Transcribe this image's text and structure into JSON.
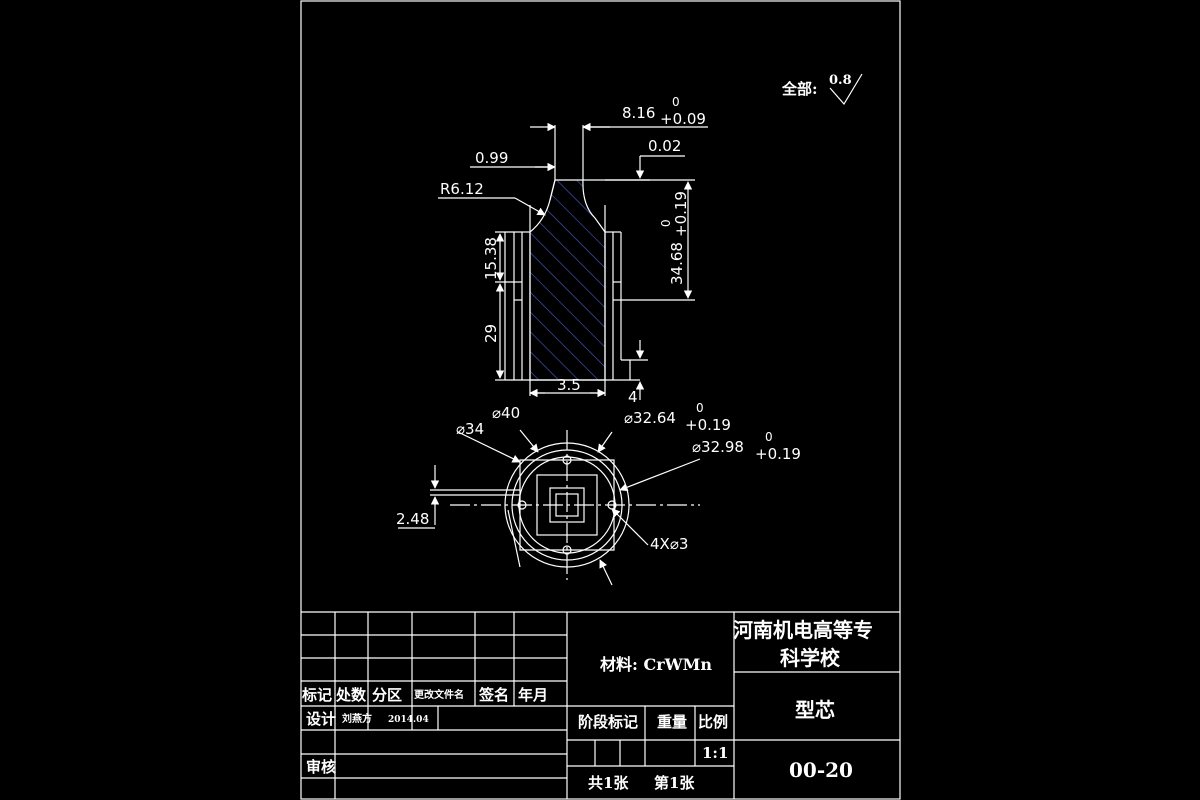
{
  "sheet": {
    "roughness_label": "全部:",
    "roughness_value": "0.8"
  },
  "dimensions": {
    "top_width": "8.16",
    "top_width_upper": "0",
    "top_width_lower": "+0.09",
    "shoulder": "0.99",
    "step": "0.02",
    "radius": "R6.12",
    "height_tol_upper": "0",
    "height_tol_lower": "+0.19",
    "height": "34.68",
    "left_upper": "15.38",
    "left_lower": "29",
    "bottom_width": "3.5",
    "bottom_right": "4",
    "dia40": "⌀40",
    "dia34": "⌀34",
    "dia3264": "⌀32.64",
    "dia3264_upper": "0",
    "dia3264_lower": "+0.19",
    "dia3298": "⌀32.98",
    "dia3298_upper": "0",
    "dia3298_lower": "+0.19",
    "offset": "2.48",
    "holes": "4X⌀3"
  },
  "title_block": {
    "material": "材料: CrWMn",
    "school_line1": "河南机电高等专",
    "school_line2": "科学校",
    "part_name": "型芯",
    "drawing_no": "00-20",
    "col_mark": "标记",
    "col_count": "处数",
    "col_zone": "分区",
    "col_doc": "更改文件名",
    "col_sign": "签名",
    "col_date": "年月",
    "design_label": "设计",
    "designer": "刘燕方",
    "design_date": "2014.04",
    "review_label": "审核",
    "stage_label": "阶段标记",
    "weight_label": "重量",
    "scale_label": "比例",
    "scale_value": "1:1",
    "sheets_total": "共1张",
    "sheet_no": "第1张"
  },
  "colors": {
    "background": "#000000",
    "lines": "#ffffff",
    "hatch": "#4a5ccf"
  }
}
